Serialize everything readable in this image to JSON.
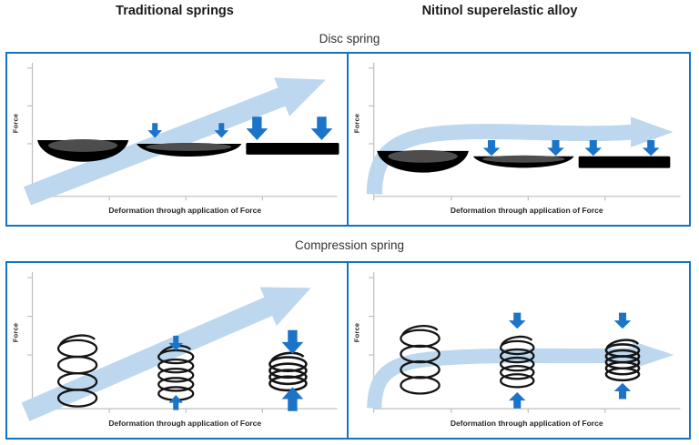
{
  "figure": {
    "column_headers": {
      "traditional": "Traditional springs",
      "nitinol": "Nitinol superelastic alloy"
    },
    "row_labels": {
      "disc": "Disc spring",
      "compression": "Compression spring"
    },
    "axis": {
      "y_label": "Force",
      "x_label": "Deformation through application of Force"
    },
    "colors": {
      "panel_border_blue": "#1273C4",
      "force_arrow_blue": "#1B74C8",
      "flow_arrow_light_blue": "#BDD7EE",
      "axis_gray": "#BFBFBF",
      "spring_black": "#111111",
      "disc_inner_gray": "#4D4D4D"
    },
    "panels": [
      {
        "id": "disc-traditional",
        "spring_type": "Disc spring",
        "material": "Traditional springs",
        "force_curve": "linear rising arrow",
        "states": [
          "unloaded disc",
          "partially flattened disc, small force arrows",
          "fully flattened disc, large force arrows"
        ]
      },
      {
        "id": "disc-nitinol",
        "spring_type": "Disc spring",
        "material": "Nitinol superelastic alloy",
        "force_curve": "plateau arrow",
        "states": [
          "unloaded disc",
          "partially flattened disc, equal force arrows",
          "fully flattened disc, equal force arrows"
        ]
      },
      {
        "id": "compression-traditional",
        "spring_type": "Compression spring",
        "material": "Traditional springs",
        "force_curve": "linear rising arrow",
        "states": [
          "extended coil",
          "partially compressed coil, small force arrows",
          "fully compressed coil, large force arrows"
        ]
      },
      {
        "id": "compression-nitinol",
        "spring_type": "Compression spring",
        "material": "Nitinol superelastic alloy",
        "force_curve": "plateau arrow",
        "states": [
          "extended coil",
          "partially compressed coil, equal force arrows",
          "fully compressed coil, equal force arrows"
        ]
      }
    ]
  }
}
